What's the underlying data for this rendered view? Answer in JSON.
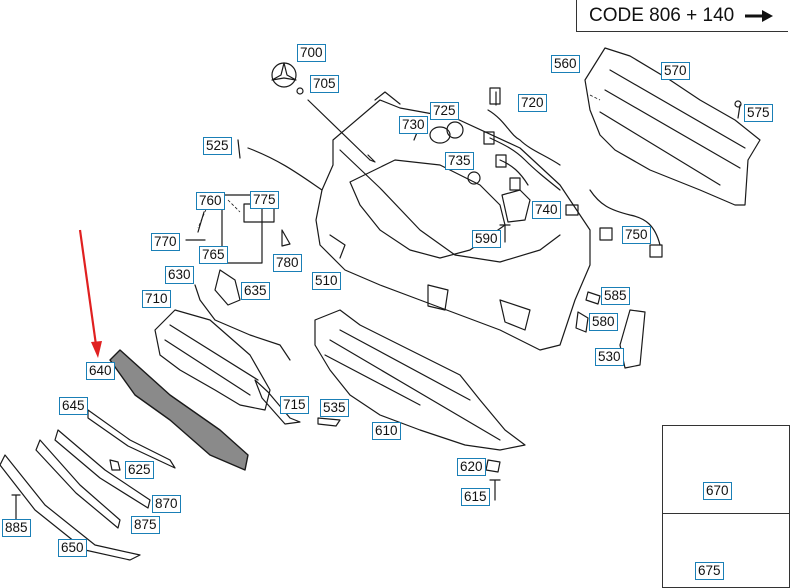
{
  "header": {
    "code_text": "CODE 806 + 140"
  },
  "callouts": [
    "700",
    "705",
    "725",
    "730",
    "735",
    "720",
    "560",
    "570",
    "575",
    "525",
    "740",
    "590",
    "750",
    "760",
    "775",
    "770",
    "765",
    "780",
    "630",
    "635",
    "710",
    "510",
    "585",
    "580",
    "530",
    "640",
    "715",
    "535",
    "610",
    "645",
    "625",
    "870",
    "875",
    "885",
    "650",
    "620",
    "615",
    "670",
    "675"
  ],
  "colors": {
    "tag_border": "#1a7fb6",
    "indicator_arrow": "#e02020",
    "line_art": "#1a1a1a"
  },
  "icons": [
    "right-arrow-icon",
    "red-pointer-arrow-icon"
  ]
}
